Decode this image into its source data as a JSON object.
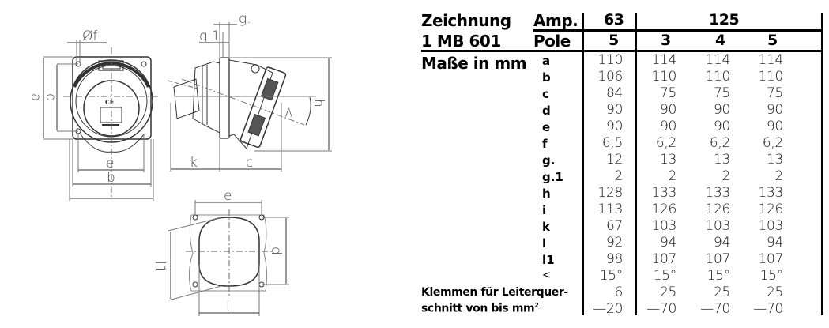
{
  "table": {
    "title_line1": "Zeichnung",
    "title_line2": "1 MB 601",
    "subtitle": "Maße in mm",
    "amp_label": "Amp.",
    "pole_label": "Pole",
    "amp_groups": [
      {
        "label": "63",
        "span": 1
      },
      {
        "label": "125",
        "span": 3
      }
    ],
    "poles": [
      "5",
      "3",
      "4",
      "5"
    ],
    "rows": [
      {
        "label": "a",
        "values": [
          "110",
          "114",
          "114",
          "114"
        ]
      },
      {
        "label": "b",
        "values": [
          "106",
          "110",
          "110",
          "110"
        ]
      },
      {
        "label": "c",
        "values": [
          "84",
          "75",
          "75",
          "75"
        ]
      },
      {
        "label": "d",
        "values": [
          "90",
          "90",
          "90",
          "90"
        ]
      },
      {
        "label": "e",
        "values": [
          "90",
          "90",
          "90",
          "90"
        ]
      },
      {
        "label": "f",
        "values": [
          "6,5",
          "6,2",
          "6,2",
          "6,2"
        ]
      },
      {
        "label": "g.",
        "values": [
          "12",
          "13",
          "13",
          "13"
        ]
      },
      {
        "label": "g.1",
        "values": [
          "2",
          "2",
          "2",
          "2"
        ]
      },
      {
        "label": "h",
        "values": [
          "128",
          "133",
          "133",
          "133"
        ]
      },
      {
        "label": "i",
        "values": [
          "113",
          "126",
          "126",
          "126"
        ]
      },
      {
        "label": "k",
        "values": [
          "67",
          "103",
          "103",
          "103"
        ]
      },
      {
        "label": "l",
        "values": [
          "92",
          "94",
          "94",
          "94"
        ]
      },
      {
        "label": "l1",
        "values": [
          "98",
          "107",
          "107",
          "107"
        ]
      },
      {
        "label": "<",
        "values": [
          "15°",
          "15°",
          "15°",
          "15°"
        ]
      }
    ],
    "terminal_label_line1": "Klemmen für Leiterquer-",
    "terminal_label_line2": "schnitt von bis mm",
    "terminal_label_sup": "2",
    "terminal_min": [
      "6",
      "25",
      "25",
      "25"
    ],
    "terminal_max": [
      "—20",
      "—70",
      "—70",
      "—70"
    ]
  },
  "drawings": {
    "front_view": {
      "labels": {
        "f": "Øf",
        "a": "a",
        "d": "d",
        "e": "e",
        "b": "b",
        "i": "i"
      },
      "marking": "CE"
    },
    "side_view": {
      "labels": {
        "g": "g.",
        "g1": "g.1",
        "k": "k",
        "c": "c",
        "h": "h",
        "angle": "<"
      }
    },
    "cutout_view": {
      "labels": {
        "e": "e",
        "d": "d",
        "l1": "l1",
        "l": "l"
      }
    }
  }
}
